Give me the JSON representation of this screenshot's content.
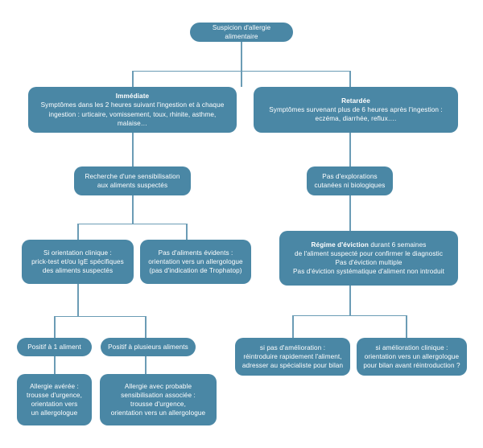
{
  "chart_data": {
    "type": "diagram",
    "title": "Suspicion d'allergie alimentaire",
    "diagram_kind": "flowchart",
    "orientation": "top-down",
    "node_color": "#4a87a5",
    "connector_color": "#6b9cb5",
    "text_color": "#ffffff",
    "background": "#ffffff"
  },
  "colors": {
    "node": "#4a87a5",
    "connector": "#6b9cb5",
    "text": "#ffffff",
    "background": "#ffffff"
  },
  "nodes": {
    "root": {
      "label": "Suspicion d'allergie alimentaire"
    },
    "immediate": {
      "title": "Immédiate",
      "body": "Symptômes dans les 2 heures suivant l'ingestion et à chaque\ningestion : urticaire, vomissement, toux, rhinite, asthme, malaise…"
    },
    "retardee": {
      "title": "Retardée",
      "body": "Symptômes survenant plus de 6 heures après l'ingestion :\neczéma, diarrhée, reflux…."
    },
    "recherche": {
      "label": "Recherche d'une sensibilisation\naux aliments suspectés"
    },
    "pas_explorations": {
      "label": "Pas d'explorations\ncutanées ni biologiques"
    },
    "orientation_clinique": {
      "label": "Si orientation clinique :\nprick-test et/ou IgE spécifiques\ndes aliments suspectés"
    },
    "pas_aliments": {
      "label": "Pas d'aliments évidents :\norientation vers un allergologue\n(pas d'indication de Trophatop)"
    },
    "regime_eviction": {
      "title_inline": "Régime d'éviction",
      "body": " durant 6 semaines\nde l'aliment suspecté pour confirmer le diagnostic\nPas d'éviction multiple\nPas d'éviction systématique d'aliment non introduit"
    },
    "positif_1": {
      "label": "Positif à 1 aliment"
    },
    "positif_plusieurs": {
      "label": "Positif à plusieurs aliments"
    },
    "allergie_averee": {
      "label": "Allergie avérée :\ntrousse d'urgence,\norientation vers\nun allergologue"
    },
    "allergie_probable": {
      "label": "Allergie avec probable\nsensibilisation associée :\ntrousse d'urgence,\norientation vers un allergologue"
    },
    "pas_amelioration": {
      "label": "si pas d'amélioration :\nréintroduire rapidement l'aliment,\nadresser au spécialiste pour bilan"
    },
    "amelioration": {
      "label": "si amélioration clinique :\norientation vers un allergologue\npour bilan avant réintroduction ?"
    }
  }
}
